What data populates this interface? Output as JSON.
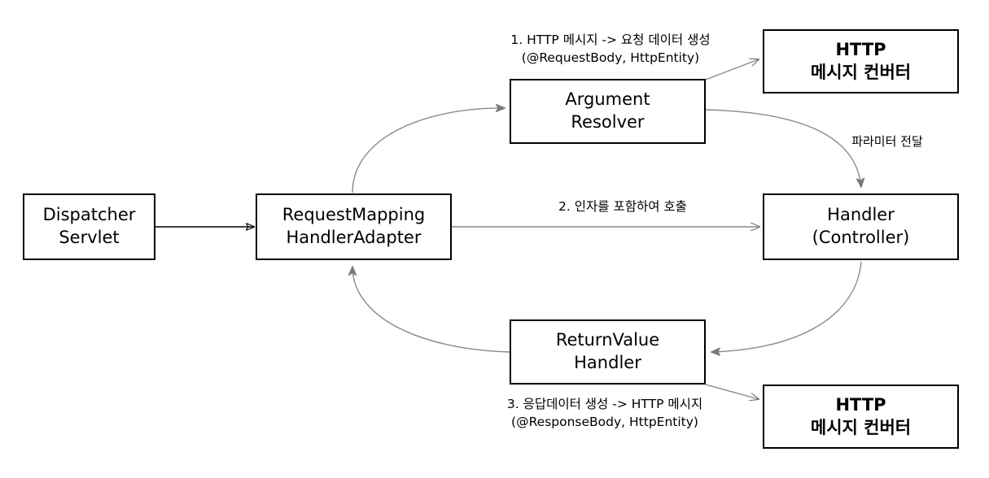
{
  "diagram": {
    "title": "Spring MVC RequestMappingHandlerAdapter flow",
    "background_color": "#ffffff",
    "box_border_color": "#000000",
    "solid_arrow_color": "#000000",
    "curved_arrow_color": "#808080",
    "nodes": [
      {
        "id": "dispatcher-servlet",
        "label": "Dispatcher\nServlet"
      },
      {
        "id": "request-mapping",
        "label": "RequestMapping\nHandlerAdapter"
      },
      {
        "id": "argument-resolver",
        "label": "Argument\nResolver"
      },
      {
        "id": "http-message-converter-top",
        "label": "HTTP\n메시지 컨버터"
      },
      {
        "id": "handler-controller",
        "label": "Handler\n(Controller)"
      },
      {
        "id": "return-value-handler",
        "label": "ReturnValue\nHandler"
      },
      {
        "id": "http-message-converter-bottom",
        "label": "HTTP\n메시지 컨버터"
      }
    ],
    "labels": {
      "step1": "1.  HTTP 메시지 -> 요청 데이터 생성\n(@RequestBody, HttpEntity)",
      "step2": "2. 인자를 포함하여 호출",
      "step3": "3. 응답데이터 생성 -> HTTP 메시지\n(@ResponseBody, HttpEntity)",
      "param_pass": "파라미터 전달"
    }
  }
}
